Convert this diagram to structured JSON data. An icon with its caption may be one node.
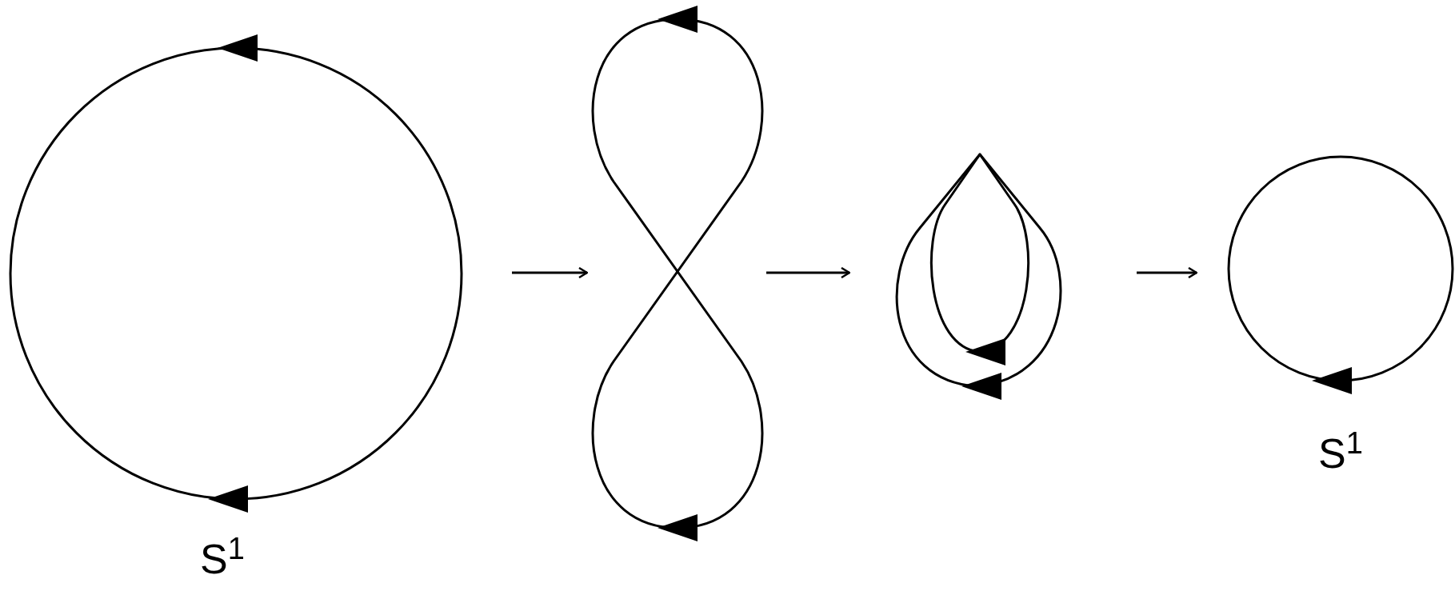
{
  "diagram": {
    "nodes": [
      {
        "text": [],
        "shape": "circle",
        "beside": [
          "S$^{1}$"
        ]
      },
      {
        "text": [],
        "shape": "picture"
      },
      {
        "text": [],
        "shape": "picture"
      },
      {
        "text": [],
        "shape": "circle",
        "beside": [
          "S$^{1}$"
        ]
      }
    ],
    "edges": [
      {
        "from": 0,
        "to": 1,
        "arrow": "to"
      },
      {
        "from": 1,
        "to": 2,
        "arrow": "to"
      },
      {
        "from": 2,
        "to": 3,
        "arrow": "to"
      }
    ]
  }
}
